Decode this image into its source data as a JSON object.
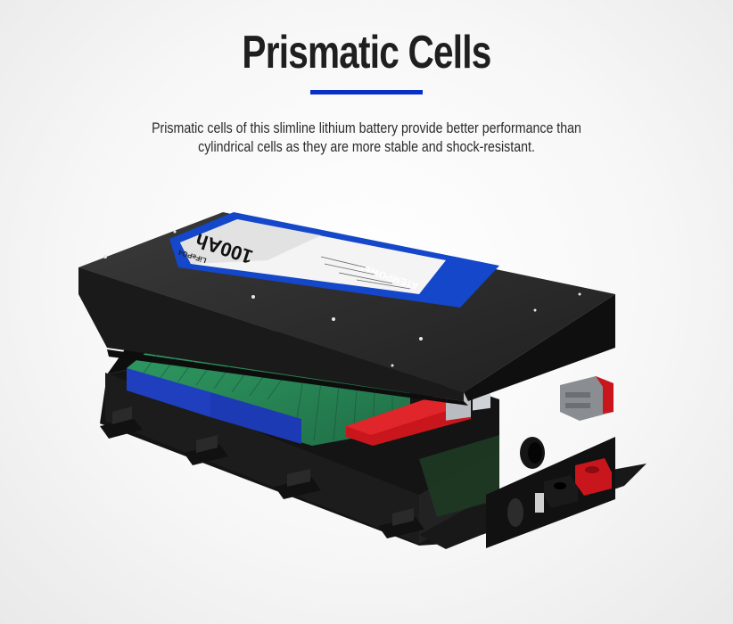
{
  "header": {
    "title": "Prismatic Cells",
    "accent_color": "#0a2fc6"
  },
  "description": {
    "line1": "Prismatic cells of this slimline lithium battery provide better performance than",
    "line2": "cylindrical cells as they are more stable and shock-resistant."
  },
  "product_label": {
    "brand": "ATEMPOWER",
    "capacity": "100Ah",
    "chemistry": "LiFePO4"
  },
  "colors": {
    "casing": "#1a1a1a",
    "label_blue": "#1447c9",
    "cells_green": "#2e8a5a",
    "cells_blue": "#1f3fbf",
    "terminal_red": "#c8161c",
    "connector_gray": "#8a8d91"
  }
}
